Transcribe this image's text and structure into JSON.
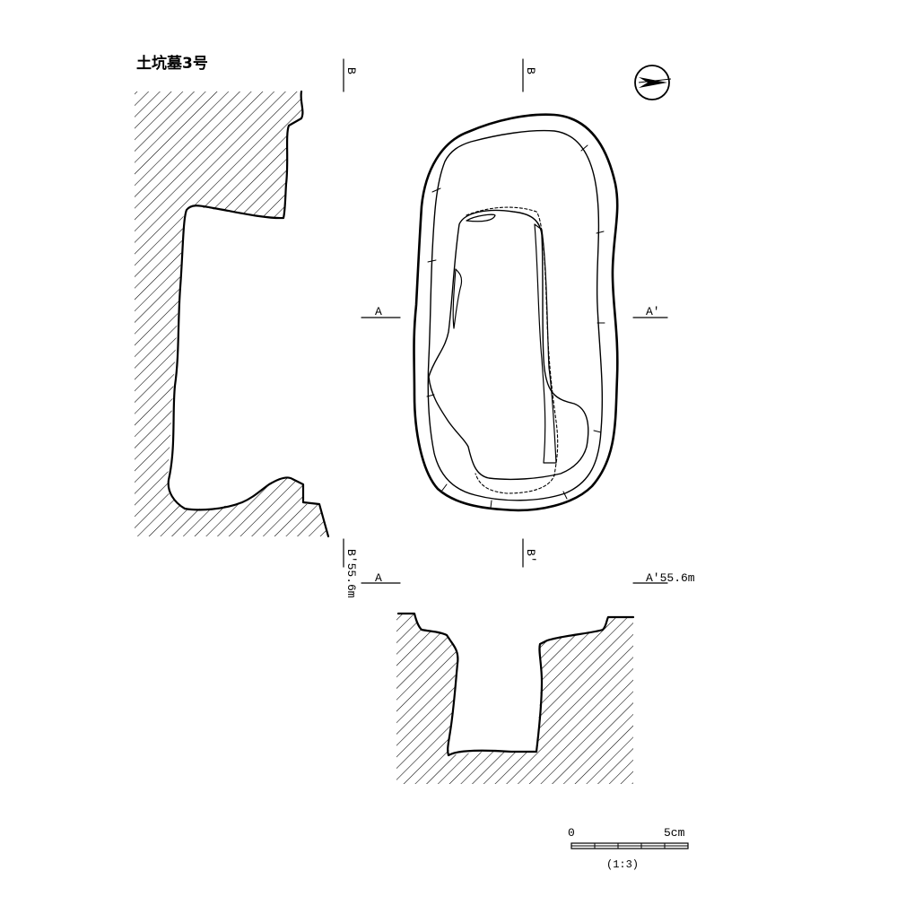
{
  "figure": {
    "title": "土坑墓3号",
    "labels": {
      "b_top_left": "B",
      "b_top_center": "B",
      "a_left": "A",
      "a_right": "A'",
      "b_bottom_left": "B'55.6m",
      "b_bottom_center": "B'",
      "a_bottom_left": "A",
      "a_bottom_right": "A'55.6m"
    },
    "scale_bar": {
      "start_label": "0",
      "end_label": "5cm",
      "ratio_label": "(1:3)"
    },
    "colors": {
      "ink": "#000000",
      "background": "#ffffff"
    },
    "icons": [
      "north-arrow-icon"
    ]
  }
}
